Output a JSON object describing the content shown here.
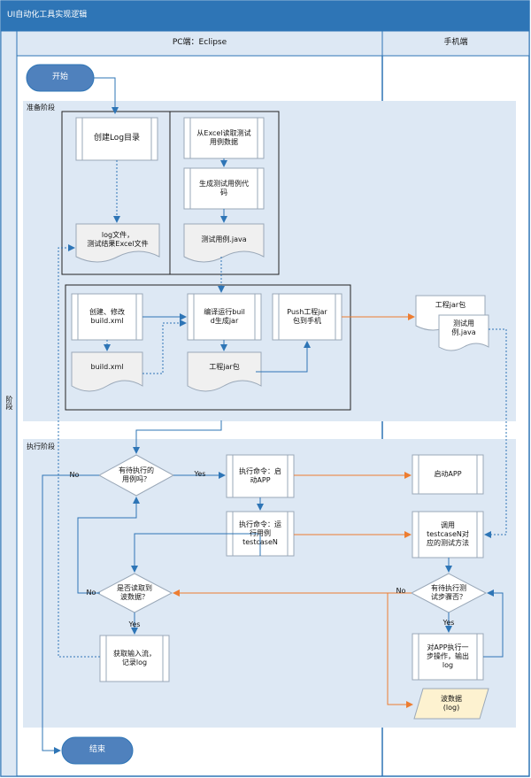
{
  "title": "UI自动化工具实现逻辑",
  "lanes": {
    "pc": "PC端：Eclipse",
    "phone": "手机端",
    "side": "阶段"
  },
  "phases": {
    "prep": "准备阶段",
    "exec": "执行阶段"
  },
  "nodes": {
    "start": "开始",
    "end": "结束",
    "create_log": "创建Log目录",
    "log_file": "log文件，\n测试结果Excel文件",
    "read_excel": "从Excel读取测试\n用例数据",
    "gen_code": "生成测试用例代\n码",
    "test_java": "测试用例.java",
    "build_xml_edit": "创建、修改\nbuild.xml",
    "build_xml": "build.xml",
    "compile": "编译运行buil\nd生成jar",
    "jar_pkg": "工程jar包",
    "push_jar": "Push工程jar\n包到手机",
    "phone_jar": "工程jar包",
    "phone_java": "测试用\n例.java",
    "has_case": "有待执行的\n用例吗？",
    "cmd_start": "执行命令：启\n动APP",
    "cmd_run": "执行命令：运\n行用例\ntestcaseN",
    "start_app": "启动APP",
    "call_method": "调用\ntestcaseN对\n应的测试方法",
    "has_step": "有待执行测\n试步骤否？",
    "do_step": "对APP执行一\n步操作，输出\nlog",
    "wave_data": "波数据\n(log)",
    "read_wave": "是否读取到\n波数据？",
    "get_input": "获取输入流，\n记录log"
  },
  "edges": {
    "no1": "No",
    "yes1": "Yes",
    "no2": "No",
    "yes2": "Yes",
    "no3": "No",
    "yes3": "Yes"
  },
  "colors": {
    "stroke": "#2e75b6",
    "orange": "#ed7d31",
    "lane_bg": "#dde8f4",
    "terminal": "#4f81bd",
    "data_yellow": "#fdf2d0"
  }
}
